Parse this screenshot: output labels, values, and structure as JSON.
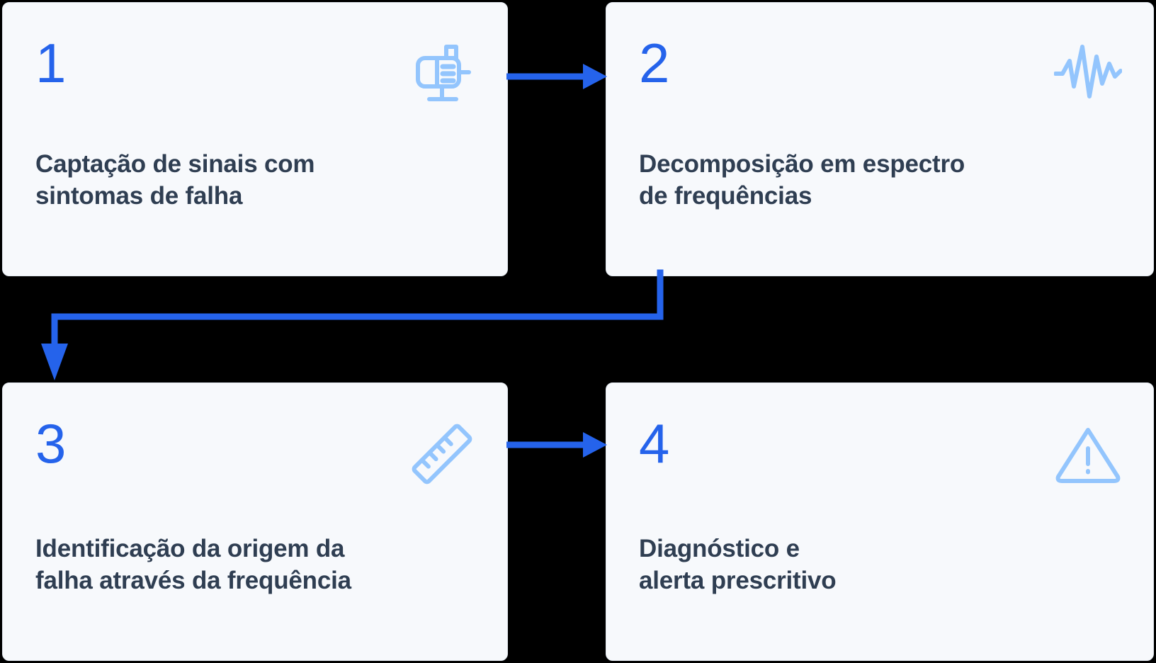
{
  "theme": {
    "background": "#000000",
    "card_background": "#f7f9fc",
    "card_border": "#e4eaf1",
    "number_color": "#2563eb",
    "title_color": "#2f3e52",
    "icon_color": "#93c5fd",
    "arrow_color": "#2563eb"
  },
  "flow": {
    "steps": [
      {
        "number": "1",
        "title": "Captação de sinais com\nsintomas de falha",
        "icon": "electric-motor-icon"
      },
      {
        "number": "2",
        "title": "Decomposição em espectro\nde frequências",
        "icon": "waveform-signal-icon"
      },
      {
        "number": "3",
        "title": "Identificação da origem da\nfalha através da frequência",
        "icon": "ruler-icon"
      },
      {
        "number": "4",
        "title": "Diagnóstico e\nalerta prescritivo",
        "icon": "warning-triangle-icon"
      }
    ],
    "connectors": [
      {
        "name": "arrow-step1-to-step2",
        "direction": "right"
      },
      {
        "name": "arrow-step2-to-step3",
        "direction": "elbow-down-left"
      },
      {
        "name": "arrow-step3-to-step4",
        "direction": "right"
      }
    ]
  }
}
